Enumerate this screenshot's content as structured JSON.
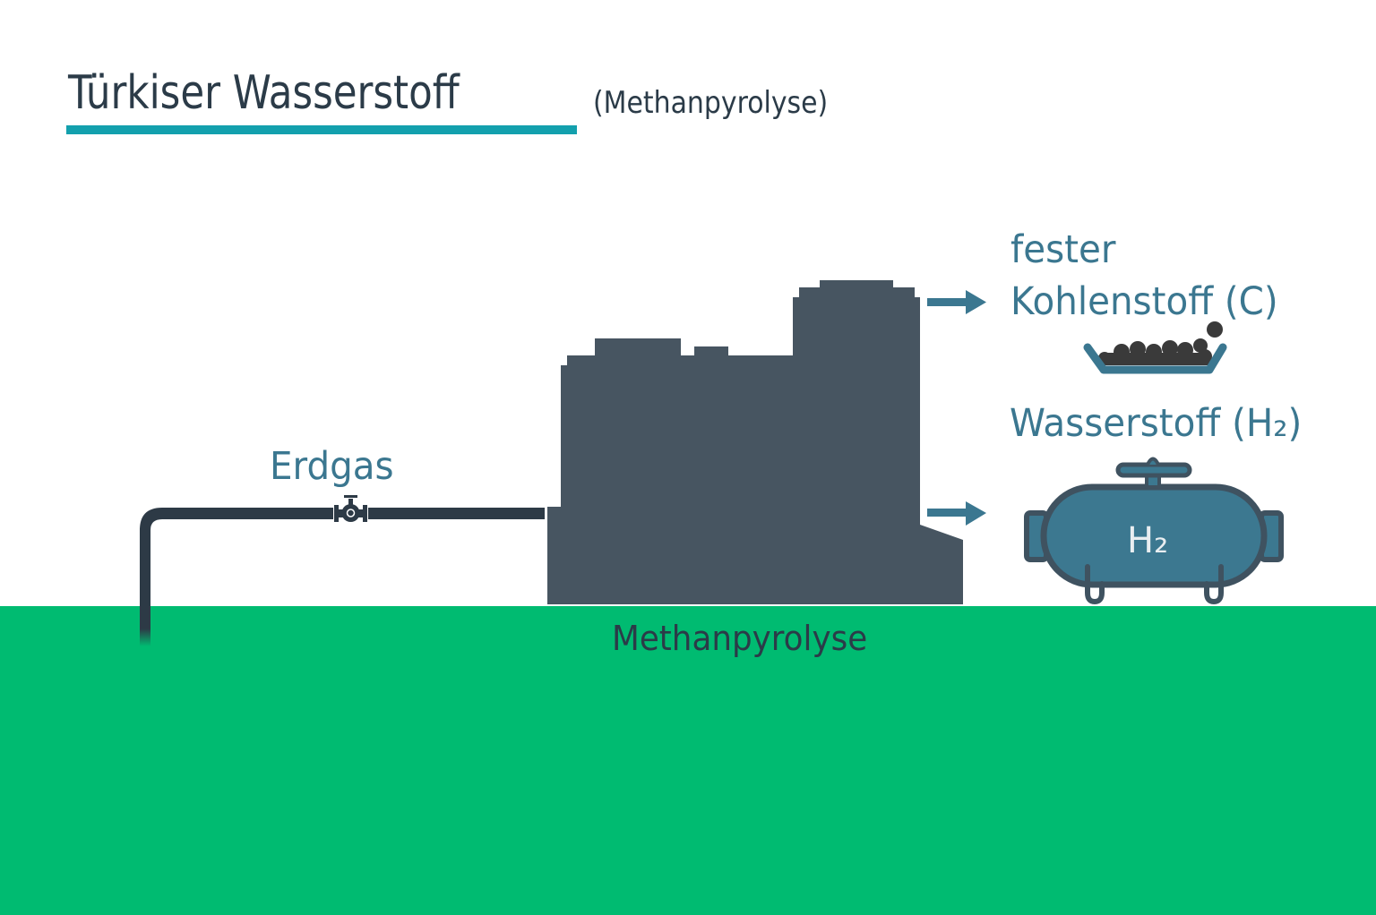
{
  "header": {
    "title": "Türkiser Wasserstoff",
    "subtitle": "(Methanpyrolyse)"
  },
  "labels": {
    "input": "Erdgas",
    "process": "Methanpyrolyse",
    "output_carbon_line1": "fester",
    "output_carbon_line2": "Kohlenstoff (C)",
    "output_hydrogen": "Wasserstoff (H₂)",
    "tank_label": "H₂"
  },
  "icons": {
    "pipe": "natural-gas-pipe-icon",
    "valve": "pipe-valve-icon",
    "plant": "pyrolysis-plant-icon",
    "arrow_carbon": "arrow-right-icon",
    "arrow_hydrogen": "arrow-right-icon",
    "carbon_basin": "solid-carbon-basin-icon",
    "hydrogen_tank": "hydrogen-tank-icon"
  },
  "colors": {
    "title_text": "#2b3b48",
    "underline": "#13a0ad",
    "label_text": "#3b7790",
    "ground": "#00bb71",
    "plant": "#475561",
    "pipe": "#2d3a46",
    "arrow": "#3b7790",
    "tank_fill": "#3c7890",
    "tank_stroke": "#3f5260",
    "coal": "#3a3a3a"
  }
}
